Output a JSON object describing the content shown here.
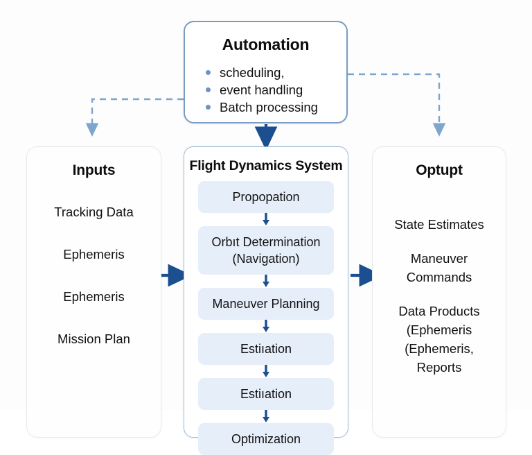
{
  "diagram": {
    "title": "Flight Dynamics System block diagram",
    "colors": {
      "background": "#fdfdfd",
      "automation_border": "#7a9cc0",
      "fds_border": "#9bb8d4",
      "side_panel_border": "#e3eaf0",
      "step_fill": "#e6eefa",
      "solid_arrow": "#1b4f8f",
      "dashed_arrow": "#7ea5ce",
      "bullet": "#6b93c4",
      "text": "#111111"
    }
  },
  "automation": {
    "title": "Automation",
    "bullets": [
      "scheduling,",
      "event handling",
      "Batch processing"
    ]
  },
  "inputs": {
    "title": "Inputs",
    "items": [
      "Tracking Data",
      "Ephemeris",
      "Ephemeris",
      "Mission Plan"
    ]
  },
  "fds": {
    "title": "Flight Dynamics System",
    "steps": [
      "Propopation",
      "Orbıt Determination\n(Navigation)",
      "Maneuver Planning",
      "Estiıation",
      "Estiıation",
      "Optimization"
    ]
  },
  "output": {
    "title": "Optupt",
    "items": [
      "State Estimates",
      "Maneuver\nCommands",
      "Data Products\n(Ephemeris\n(Ephemeris,\nReports"
    ]
  },
  "connectors": {
    "automation_to_fds": "solid-down-arrow",
    "automation_to_inputs": "dashed-elbow-left-down-arrow",
    "automation_to_output": "dashed-elbow-right-down-arrow",
    "inputs_to_fds": "solid-right-arrow",
    "fds_to_output": "solid-right-arrow",
    "step_links": "solid-down-arrow"
  }
}
